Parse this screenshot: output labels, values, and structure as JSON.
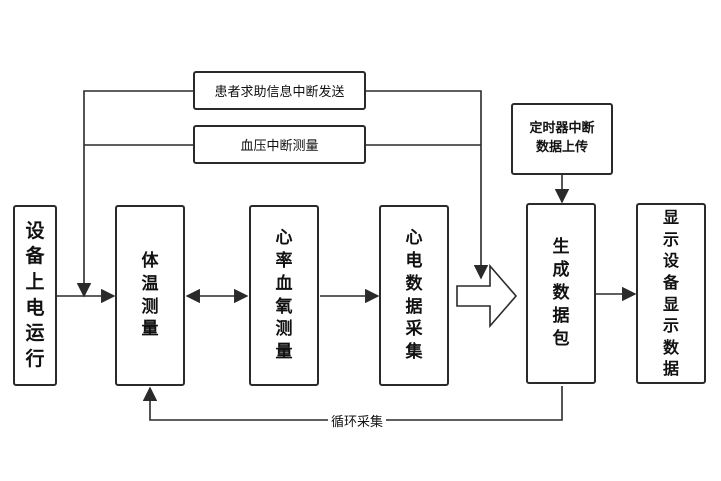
{
  "nodes": {
    "power_on": "设备上电运行",
    "temp": "体温测量",
    "hr_spo2": "心率血氧测量",
    "ecg": "心电数据采集",
    "packet": "生成数据包",
    "display": "显示设备显示数据",
    "help_interrupt": "患者求助信息中断发送",
    "bp_interrupt": "血压中断测量",
    "timer_line1": "定时器中断",
    "timer_line2": "数据上传"
  },
  "edges": {
    "loop_label": "循环采集"
  }
}
